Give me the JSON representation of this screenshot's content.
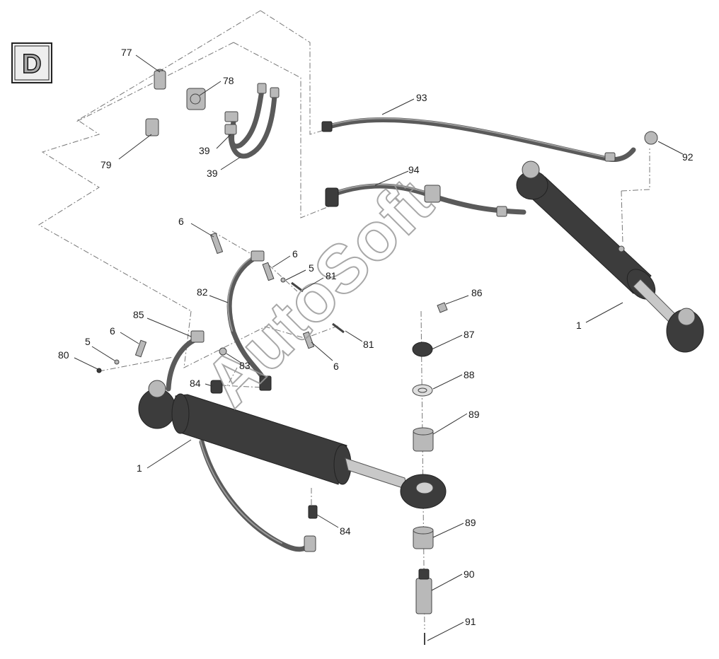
{
  "section_letter": "D",
  "watermark": "AutoSoft",
  "callouts": [
    {
      "id": "c77",
      "text": "77"
    },
    {
      "id": "c78",
      "text": "78"
    },
    {
      "id": "c79",
      "text": "79"
    },
    {
      "id": "c39a",
      "text": "39"
    },
    {
      "id": "c39b",
      "text": "39"
    },
    {
      "id": "c93",
      "text": "93"
    },
    {
      "id": "c92",
      "text": "92"
    },
    {
      "id": "c94",
      "text": "94"
    },
    {
      "id": "c6a",
      "text": "6"
    },
    {
      "id": "c6b",
      "text": "6"
    },
    {
      "id": "c5a",
      "text": "5"
    },
    {
      "id": "c81a",
      "text": "81"
    },
    {
      "id": "c82",
      "text": "82"
    },
    {
      "id": "c86",
      "text": "86"
    },
    {
      "id": "c1a",
      "text": "1"
    },
    {
      "id": "c85",
      "text": "85"
    },
    {
      "id": "c6c",
      "text": "6"
    },
    {
      "id": "c5b",
      "text": "5"
    },
    {
      "id": "c80",
      "text": "80"
    },
    {
      "id": "c81b",
      "text": "81"
    },
    {
      "id": "c87",
      "text": "87"
    },
    {
      "id": "c83",
      "text": "83"
    },
    {
      "id": "c6d",
      "text": "6"
    },
    {
      "id": "c84a",
      "text": "84"
    },
    {
      "id": "c88",
      "text": "88"
    },
    {
      "id": "c89a",
      "text": "89"
    },
    {
      "id": "c1b",
      "text": "1"
    },
    {
      "id": "c84b",
      "text": "84"
    },
    {
      "id": "c89b",
      "text": "89"
    },
    {
      "id": "c90",
      "text": "90"
    },
    {
      "id": "c91",
      "text": "91"
    }
  ]
}
